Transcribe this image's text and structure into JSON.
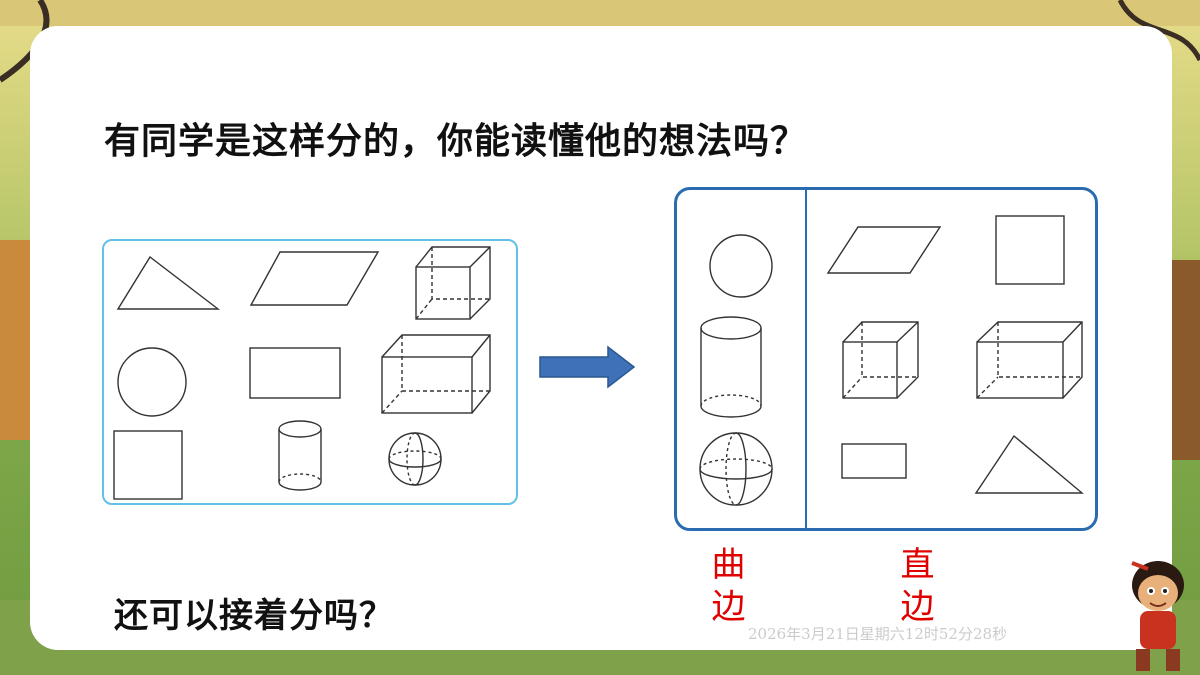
{
  "slide": {
    "question": "有同学是这样分的，你能读懂他的想法吗？",
    "followup": "还可以接着分吗？"
  },
  "categories": {
    "curved": "曲边",
    "straight": "直边"
  },
  "watermark": "2026年3月21日星期六12时52分28秒",
  "colors": {
    "card": "#ffffff",
    "left_border": "#63c0e6",
    "right_border": "#2b6cb0",
    "arrow": "#3d72b8",
    "label": "#e00000"
  },
  "icons": {
    "arrow": "right-arrow-icon",
    "mascot": "cartoon-mascot-icon"
  }
}
